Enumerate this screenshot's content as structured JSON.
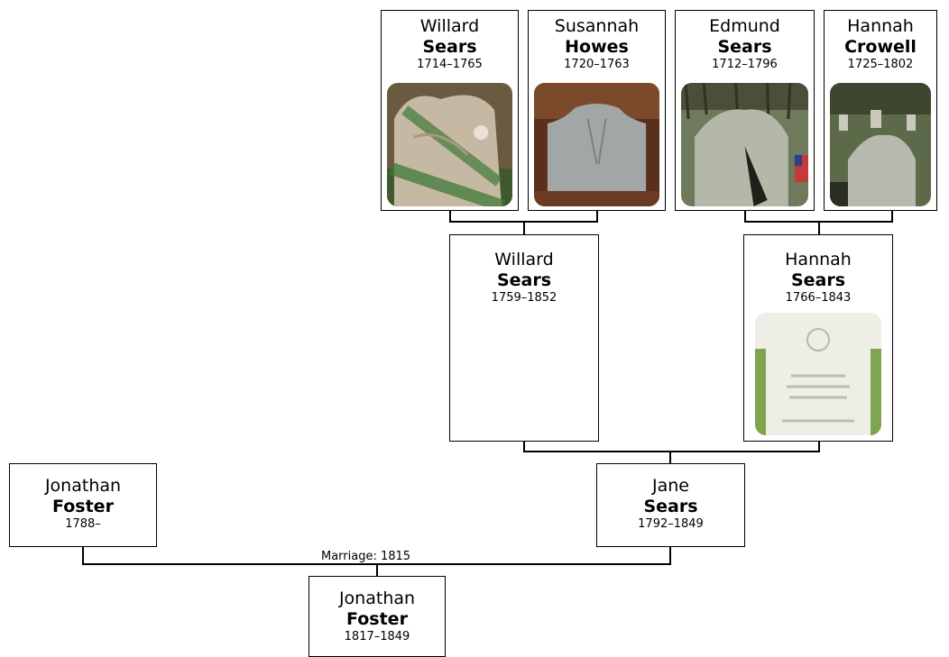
{
  "people": {
    "willard_sr": {
      "given": "Willard",
      "surname": "Sears",
      "years": "1714–1765"
    },
    "susannah": {
      "given": "Susannah",
      "surname": "Howes",
      "years": "1720–1763"
    },
    "edmund": {
      "given": "Edmund",
      "surname": "Sears",
      "years": "1712–1796"
    },
    "hannah_c": {
      "given": "Hannah",
      "surname": "Crowell",
      "years": "1725–1802"
    },
    "willard_jr": {
      "given": "Willard",
      "surname": "Sears",
      "years": "1759–1852"
    },
    "hannah_s": {
      "given": "Hannah",
      "surname": "Sears",
      "years": "1766–1843"
    },
    "jonathan_sr": {
      "given": "Jonathan",
      "surname": "Foster",
      "years": "1788–"
    },
    "jane": {
      "given": "Jane",
      "surname": "Sears",
      "years": "1792–1849"
    },
    "jonathan_jr": {
      "given": "Jonathan",
      "surname": "Foster",
      "years": "1817–1849"
    }
  },
  "marriage_label": "Marriage: 1815",
  "colors": {
    "border": "#000000",
    "background": "#ffffff"
  }
}
